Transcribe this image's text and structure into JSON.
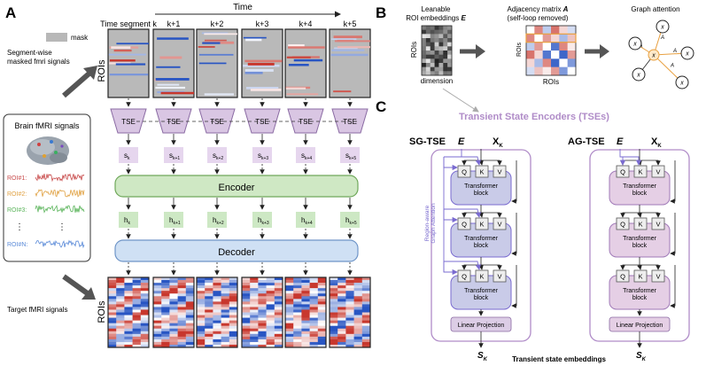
{
  "panel_a": {
    "letter": "A",
    "time_label": "Time",
    "segments": [
      "Time segment k",
      "k+1",
      "k+2",
      "k+3",
      "k+4",
      "k+5"
    ],
    "mask_legend": "mask",
    "masked_label": [
      "Segment-wise",
      "masked fmri signals"
    ],
    "rois_label": "ROIs",
    "brain_title": "Brain fMRI signals",
    "roi_labels": [
      "ROI#1:",
      "ROI#2:",
      "ROI#3:",
      "ROI#N:"
    ],
    "ellipsis": "⋮",
    "tse_label": "TSE",
    "state_base": "s",
    "state_subs": [
      "k",
      "k+1",
      "k+2",
      "k+3",
      "k+4",
      "k+5"
    ],
    "hidden_base": "h",
    "encoder_label": "Encoder",
    "decoder_label": "Decoder",
    "target_label": "Target fMRI signals"
  },
  "panel_b": {
    "letter": "B",
    "embed_title": [
      "Leanable",
      "ROI embeddings "
    ],
    "embed_symbol": "E",
    "embed_rows": "ROIs",
    "embed_cols": "dimension",
    "adj_title": [
      "Adjacency matrix ",
      "(self-loop removed)"
    ],
    "adj_symbol": "A",
    "adj_rows": "ROIs",
    "adj_cols": "ROIs",
    "graph_title": "Graph attention",
    "node_labels": [
      "x",
      "x",
      "x",
      "x",
      "x"
    ],
    "edge_labels": [
      "A",
      "A",
      "A",
      "A"
    ]
  },
  "panel_c": {
    "letter": "C",
    "title": "Transient State Encoders (TSEs)",
    "sg_title": "SG-TSE",
    "ag_title": "AG-TSE",
    "e_symbol": "E",
    "x_symbol": "X",
    "x_sub": "K",
    "qkv": [
      "Q",
      "K",
      "V"
    ],
    "block_label": [
      "Transformer",
      "block"
    ],
    "region_label": [
      "Region-aware",
      "Graph Attention"
    ],
    "linear_label": "Linear Projection",
    "s_symbol": "S",
    "s_sub": "K",
    "footer": "Transient state embeddings"
  },
  "colors": {
    "tse_fill": "#d9c6e3",
    "tse_stroke": "#8a6aa3",
    "state_fill": "#e6d6ee",
    "hidden_fill": "#cde8c4",
    "encoder_fill": "#cfe8c4",
    "encoder_stroke": "#6fa85a",
    "decoder_fill": "#cfe0f4",
    "decoder_stroke": "#6f95c8",
    "sg_block": "#c9cbe8",
    "ag_block": "#e5cfe5",
    "purple_text": "#b08cc8"
  }
}
